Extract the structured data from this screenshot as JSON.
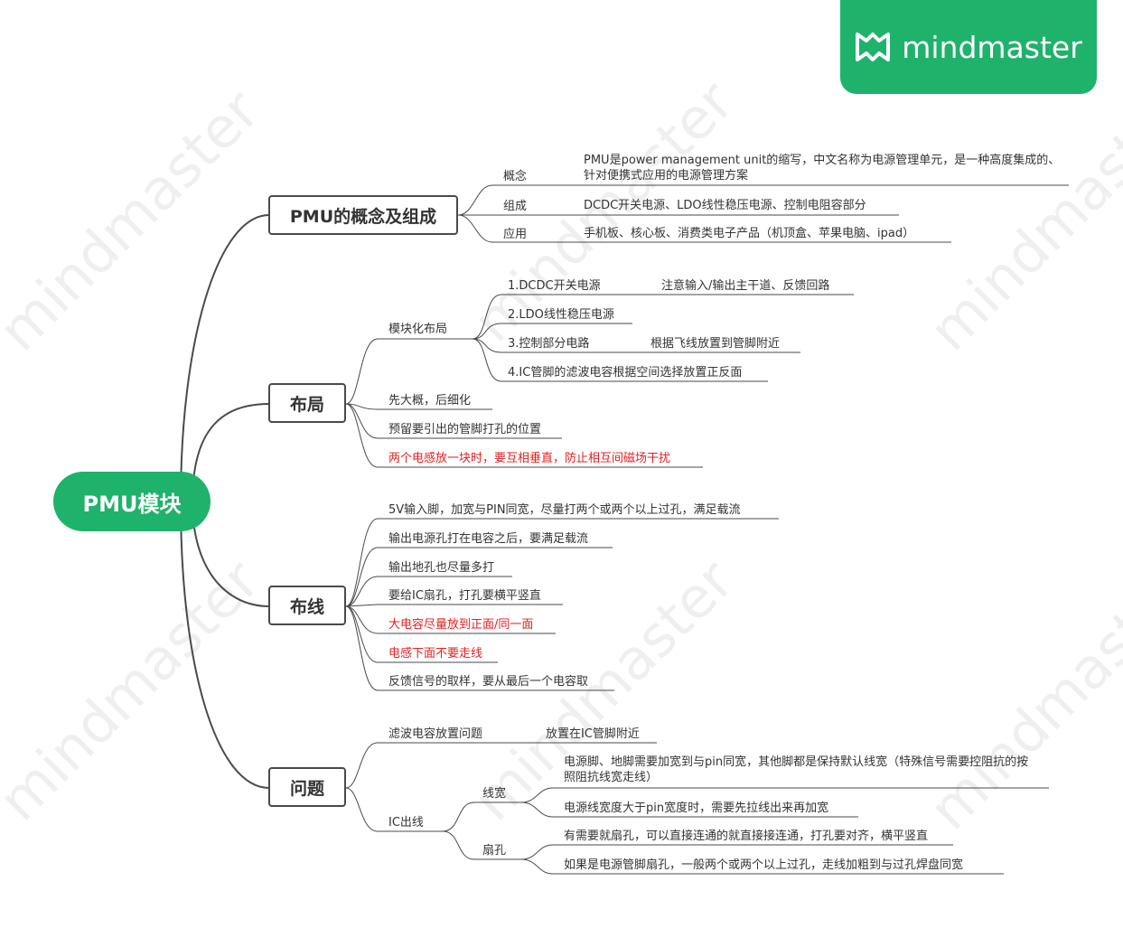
{
  "brand": {
    "name": "mindmaster"
  },
  "colors": {
    "root": "#1fb26b",
    "line": "#4a4a4a",
    "highlight": "#e02020"
  },
  "root": {
    "label": "PMU模块"
  },
  "concept": {
    "title": "PMU的概念及组成",
    "items": [
      {
        "label": "概念",
        "detail": "PMU是power management unit的缩写，中文名称为电源管理单元，是一种高度集成的、针对便携式应用的电源管理方案"
      },
      {
        "label": "组成",
        "detail": "DCDC开关电源、LDO线性稳压电源、控制电阻容部分"
      },
      {
        "label": "应用",
        "detail": "手机板、核心板、消费类电子产品（机顶盒、苹果电脑、ipad）"
      }
    ]
  },
  "layout": {
    "title": "布局",
    "modular": {
      "label": "模块化布局",
      "items": [
        {
          "label": "1.DCDC开关电源",
          "note": "注意输入/输出主干道、反馈回路"
        },
        {
          "label": "2.LDO线性稳压电源"
        },
        {
          "label": "3.控制部分电路",
          "note": "根据飞线放置到管脚附近"
        },
        {
          "label": "4.IC管脚的滤波电容根据空间选择放置正反面"
        }
      ]
    },
    "items": [
      {
        "label": "先大概，后细化"
      },
      {
        "label": "预留要引出的管脚打孔的位置"
      },
      {
        "label": "两个电感放一块时，要互相垂直，防止相互间磁场干扰"
      }
    ]
  },
  "routing": {
    "title": "布线",
    "items": [
      {
        "label": "5V输入脚，加宽与PIN同宽，尽量打两个或两个以上过孔，满足载流"
      },
      {
        "label": "输出电源孔打在电容之后，要满足载流"
      },
      {
        "label": "输出地孔也尽量多打"
      },
      {
        "label": "要给IC扇孔，打孔要横平竖直"
      },
      {
        "label": "大电容尽量放到正面/同一面"
      },
      {
        "label": "电感下面不要走线"
      },
      {
        "label": "反馈信号的取样，要从最后一个电容取"
      }
    ]
  },
  "issues": {
    "title": "问题",
    "filter": {
      "label": "滤波电容放置问题",
      "note": "放置在IC管脚附近"
    },
    "ic": {
      "label": "IC出线",
      "width": {
        "label": "线宽",
        "items": [
          "电源脚、地脚需要加宽到与pin同宽，其他脚都是保持默认线宽（特殊信号需要控阻抗的按照阻抗线宽走线）",
          "电源线宽度大于pin宽度时，需要先拉线出来再加宽"
        ]
      },
      "fanout": {
        "label": "扇孔",
        "items": [
          "有需要就扇孔，可以直接连通的就直接接连通，打孔要对齐，横平竖直",
          "如果是电源管脚扇孔，一般两个或两个以上过孔，走线加粗到与过孔焊盘同宽"
        ]
      }
    }
  }
}
